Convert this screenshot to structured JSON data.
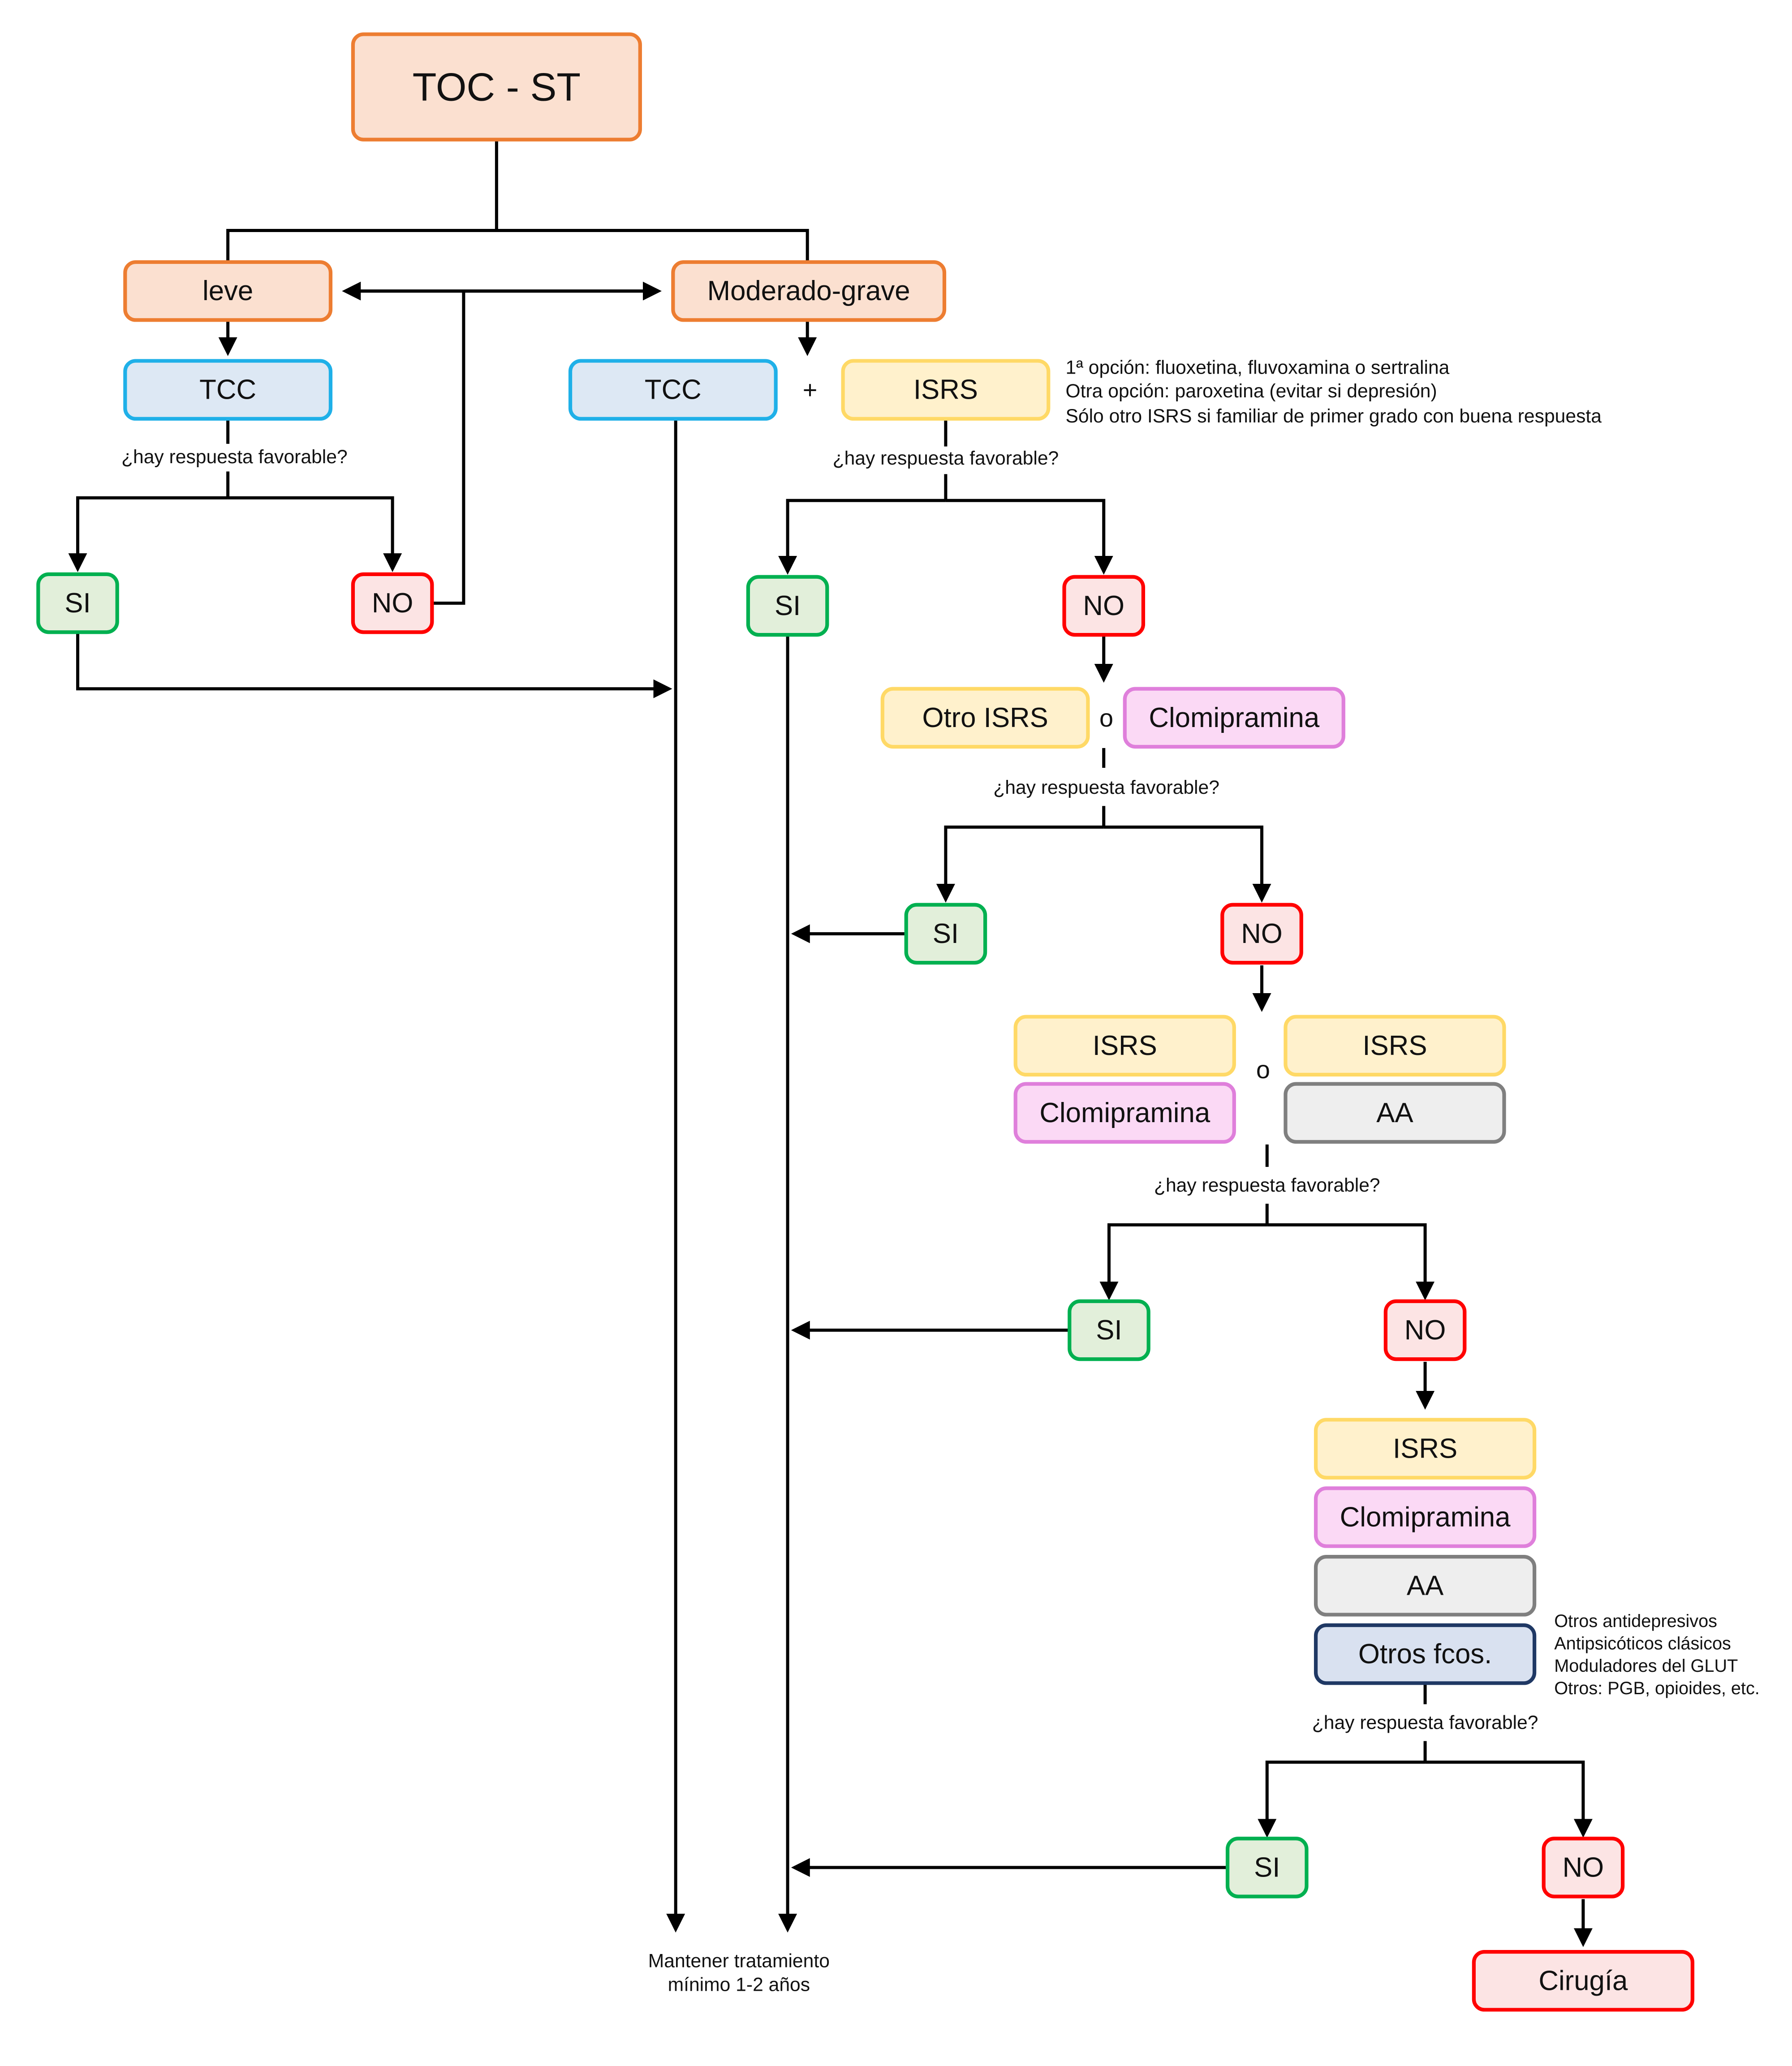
{
  "title": "TOC - ST",
  "severity": {
    "mild": "leve",
    "moderate": "Moderado-grave"
  },
  "labels": {
    "tcc": "TCC",
    "isrs": "ISRS",
    "plus": "+",
    "or": "o",
    "question": "¿hay respuesta favorable?",
    "si": "SI",
    "no": "NO",
    "otro_isrs": "Otro ISRS",
    "clomipramina": "Clomipramina",
    "aa": "AA",
    "otros_fcos": "Otros fcos.",
    "cirugia": "Cirugía"
  },
  "isrs_notes": [
    "1ª opción: fluoxetina, fluvoxamina o sertralina",
    "Otra opción: paroxetina (evitar si depresión)",
    "Sólo otro ISRS si familiar de primer grado con buena respuesta"
  ],
  "otros_notes": [
    "Otros antidepresivos",
    "Antipsicóticos clásicos",
    "Moduladores del GLUT",
    "Otros: PGB, opioides, etc."
  ],
  "maintain": [
    "Mantener tratamiento",
    "mínimo 1-2 años"
  ],
  "colors": {
    "orange": {
      "fill": "#fbe0d0",
      "stroke": "#ed7d31"
    },
    "blue": {
      "fill": "#dde8f4",
      "stroke": "#1fb0e8"
    },
    "yellow": {
      "fill": "#fff1cc",
      "stroke": "#ffd966"
    },
    "green": {
      "fill": "#e2efda",
      "stroke": "#00b050"
    },
    "red": {
      "fill": "#fce4e4",
      "stroke": "#ff0000"
    },
    "pink": {
      "fill": "#fbd9f5",
      "stroke": "#df7fdb"
    },
    "gray": {
      "fill": "#eeeeee",
      "stroke": "#7f7f7f"
    },
    "navy": {
      "fill": "#d9e1f0",
      "stroke": "#1f3864"
    }
  }
}
